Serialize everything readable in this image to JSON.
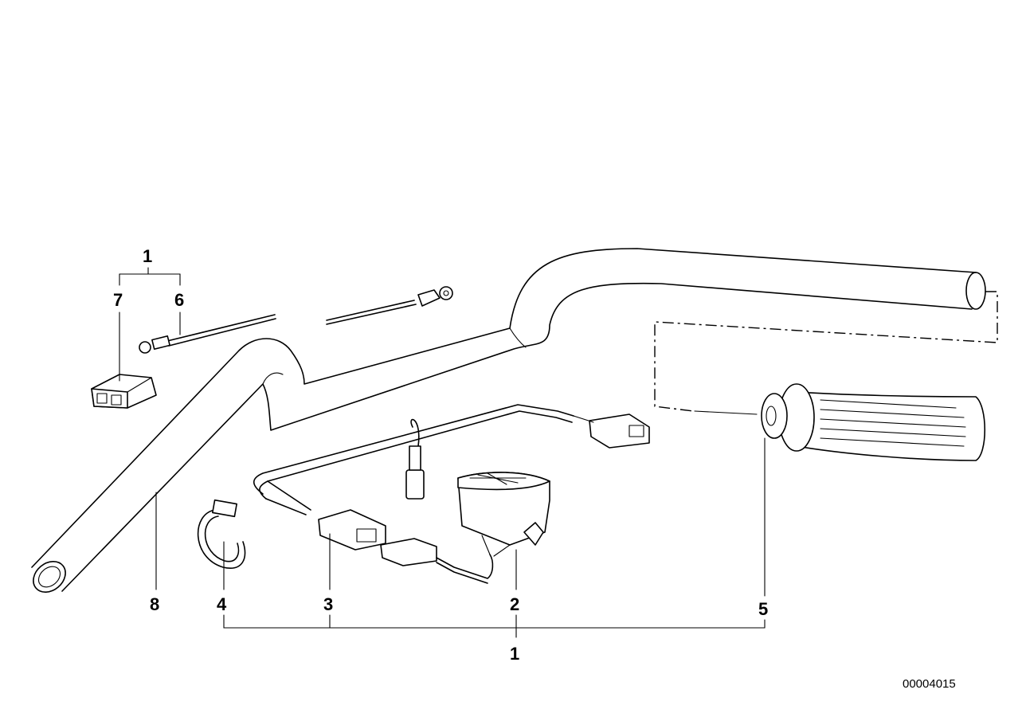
{
  "callouts": {
    "c1_top": "1",
    "c7": "7",
    "c6": "6",
    "c8": "8",
    "c4": "4",
    "c3": "3",
    "c2": "2",
    "c5": "5",
    "c1_bottom": "1"
  },
  "document_number": "00004015"
}
